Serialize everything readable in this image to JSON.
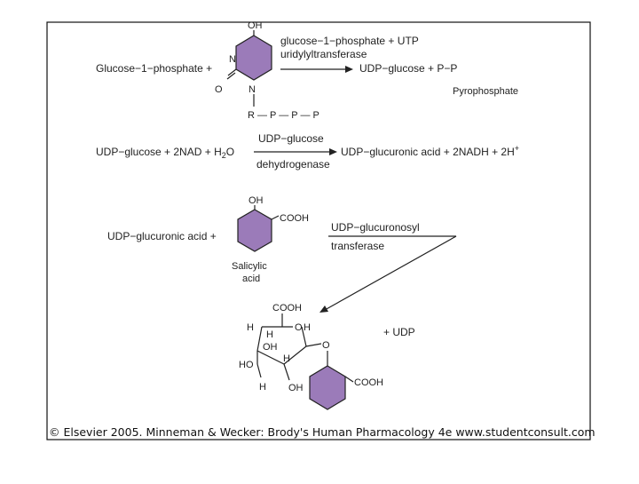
{
  "colors": {
    "ring": "#9b7bb9",
    "stroke": "#222222",
    "frame": "#111111"
  },
  "reaction1": {
    "reactant": "Glucose−1−phosphate +",
    "ring_atoms": {
      "oh": "OH",
      "n_upper": "N",
      "o_left": "O",
      "n_lower": "N"
    },
    "chain": "R — P — P — P",
    "enzyme_line1": "glucose−1−phosphate + UTP",
    "enzyme_line2": "uridylyltransferase",
    "product": "UDP−glucose + P−P",
    "byproduct": "Pyrophosphate"
  },
  "reaction2": {
    "reactant": "UDP−glucose + 2NAD + H",
    "reactant_sub": "2",
    "reactant_tail": "O",
    "enzyme_line1": "UDP−glucose",
    "enzyme_line2": "dehydrogenase",
    "product": "UDP−glucuronic acid + 2NADH + 2H",
    "product_sup": "+"
  },
  "reaction3": {
    "reactant": "UDP−glucuronic acid +",
    "ring_oh": "OH",
    "ring_cooh": "COOH",
    "ring_label_line1": "Salicylic",
    "ring_label_line2": "acid",
    "enzyme_line1": "UDP−glucuronosyl",
    "enzyme_line2": "transferase"
  },
  "product": {
    "cooh_top": "COOH",
    "h1": "H",
    "h2": "H",
    "h3": "H",
    "h4": "H",
    "h5": "H",
    "o_ring": "O",
    "o_link": "O",
    "oh1": "OH",
    "oh2": "OH",
    "ho": "HO",
    "cooh_benzene": "COOH",
    "plus_udp": "+ UDP"
  },
  "credit": "© Elsevier 2005. Minneman & Wecker: Brody's Human Pharmacology 4e www.studentconsult.com"
}
